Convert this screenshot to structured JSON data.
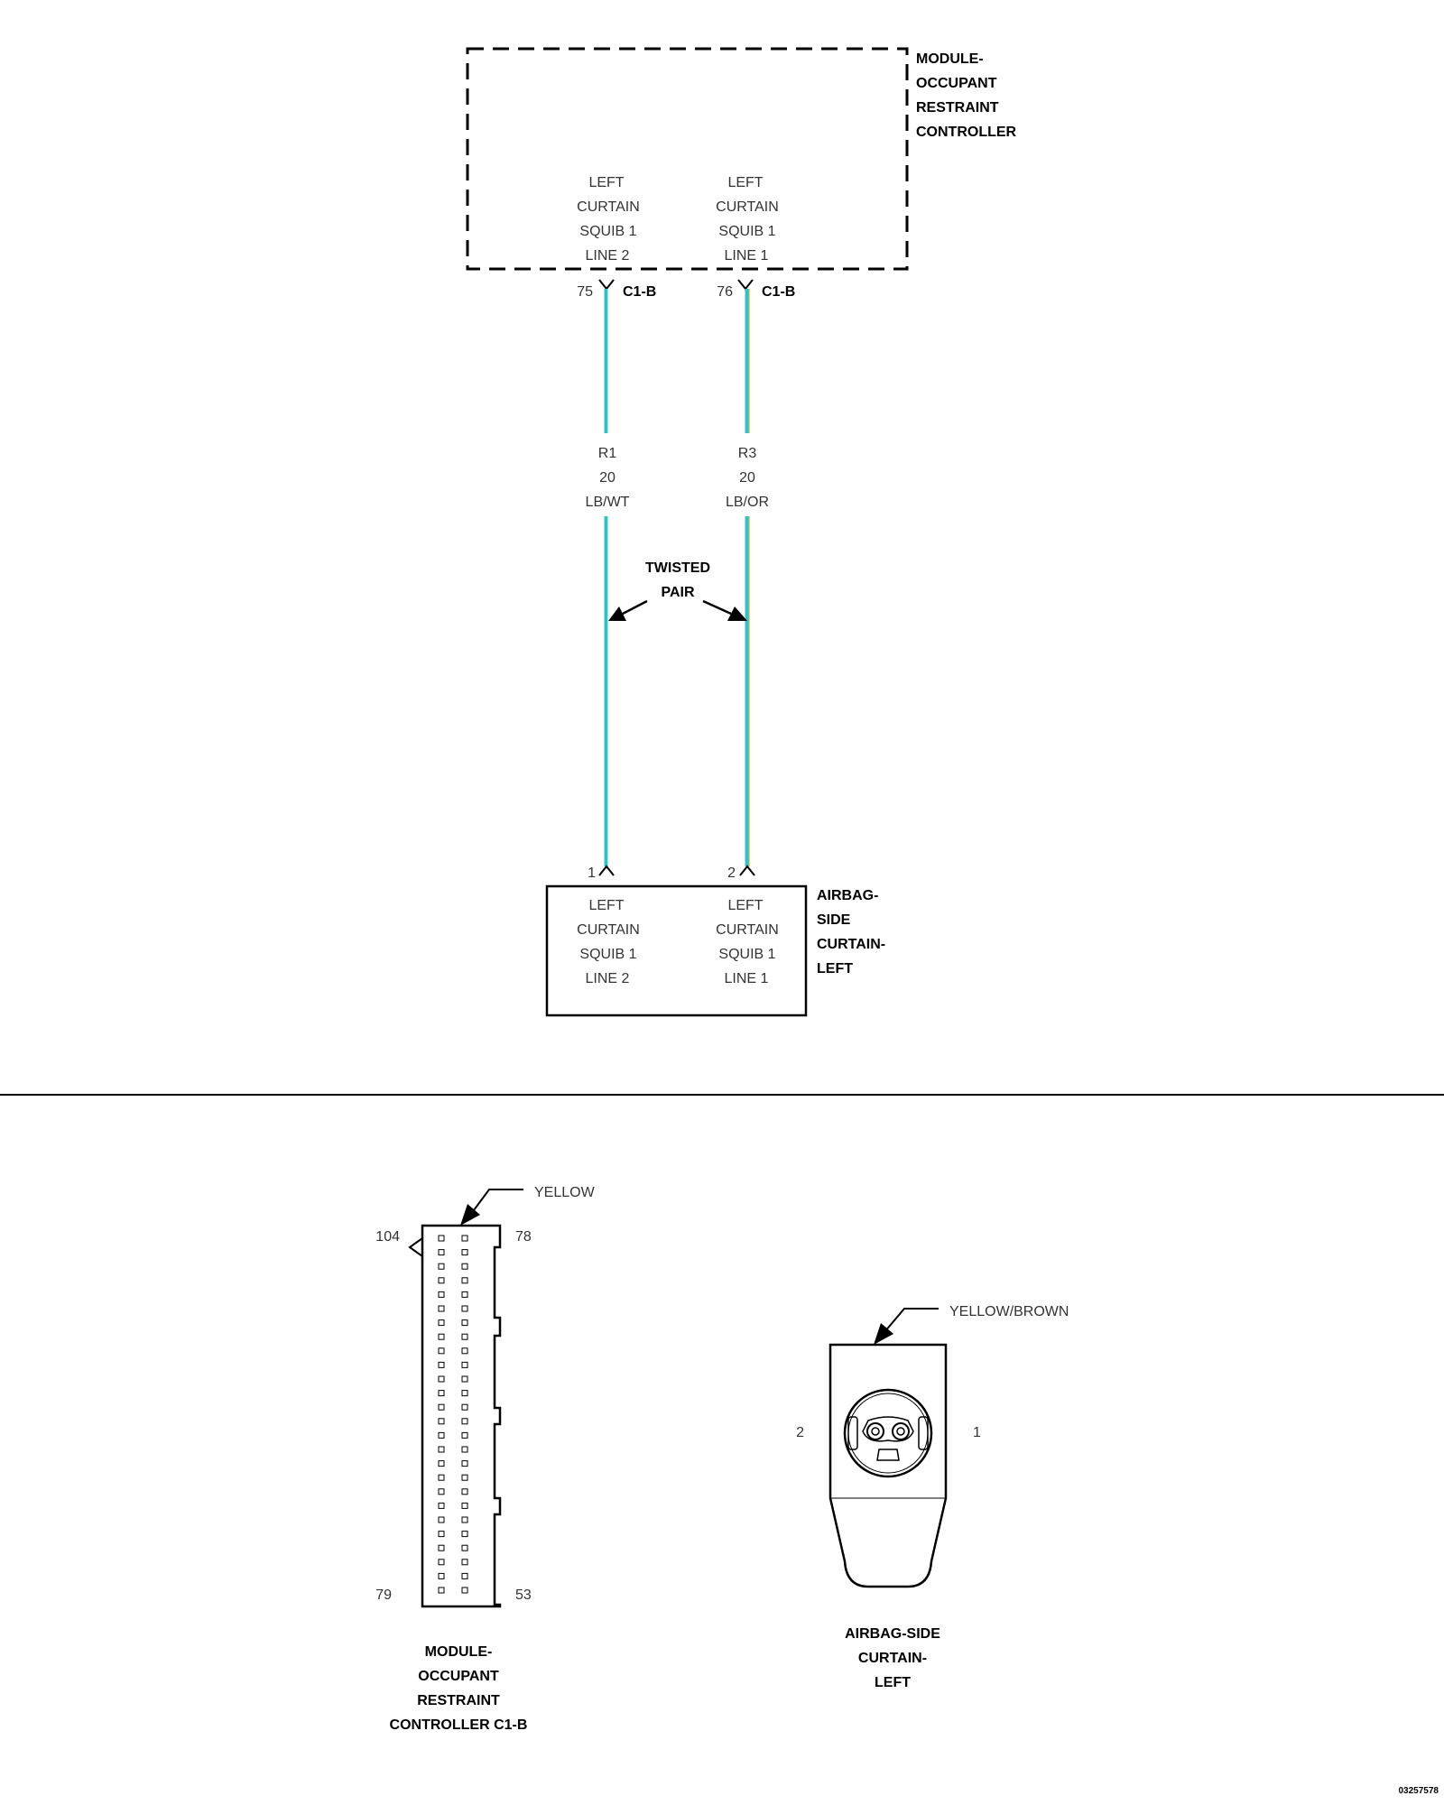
{
  "module": {
    "title_lines": [
      "MODULE-",
      "OCCUPANT",
      "RESTRAINT",
      "CONTROLLER"
    ],
    "pin_left": {
      "lines": [
        "LEFT",
        "CURTAIN",
        "SQUIB 1",
        "LINE 2"
      ],
      "pin": "75",
      "connector": "C1-B"
    },
    "pin_right": {
      "lines": [
        "LEFT",
        "CURTAIN",
        "SQUIB 1",
        "LINE 1"
      ],
      "pin": "76",
      "connector": "C1-B"
    }
  },
  "wires": [
    {
      "circuit": "R1",
      "gauge": "20",
      "color_code": "LB/WT",
      "color": "#2ec4c4"
    },
    {
      "circuit": "R3",
      "gauge": "20",
      "color_code": "LB/OR",
      "color": "#2ec4c4"
    }
  ],
  "twisted_pair_lines": [
    "TWISTED",
    "PAIR"
  ],
  "airbag": {
    "title_lines": [
      "AIRBAG-",
      "SIDE",
      "CURTAIN-",
      "LEFT"
    ],
    "pin_left": {
      "lines": [
        "LEFT",
        "CURTAIN",
        "SQUIB 1",
        "LINE 2"
      ],
      "pin": "1"
    },
    "pin_right": {
      "lines": [
        "LEFT",
        "CURTAIN",
        "SQUIB 1",
        "LINE 1"
      ],
      "pin": "2"
    }
  },
  "connector_c1b": {
    "color_label": "YELLOW",
    "pin_top_left": "104",
    "pin_top_right": "78",
    "pin_bottom_left": "79",
    "pin_bottom_right": "53",
    "caption_lines": [
      "MODULE-",
      "OCCUPANT",
      "RESTRAINT",
      "CONTROLLER C1-B"
    ]
  },
  "connector_airbag": {
    "color_label": "YELLOW/BROWN",
    "pin_left": "2",
    "pin_right": "1",
    "caption_lines": [
      "AIRBAG-SIDE",
      "CURTAIN-",
      "LEFT"
    ]
  },
  "diagram_id": "03257578"
}
